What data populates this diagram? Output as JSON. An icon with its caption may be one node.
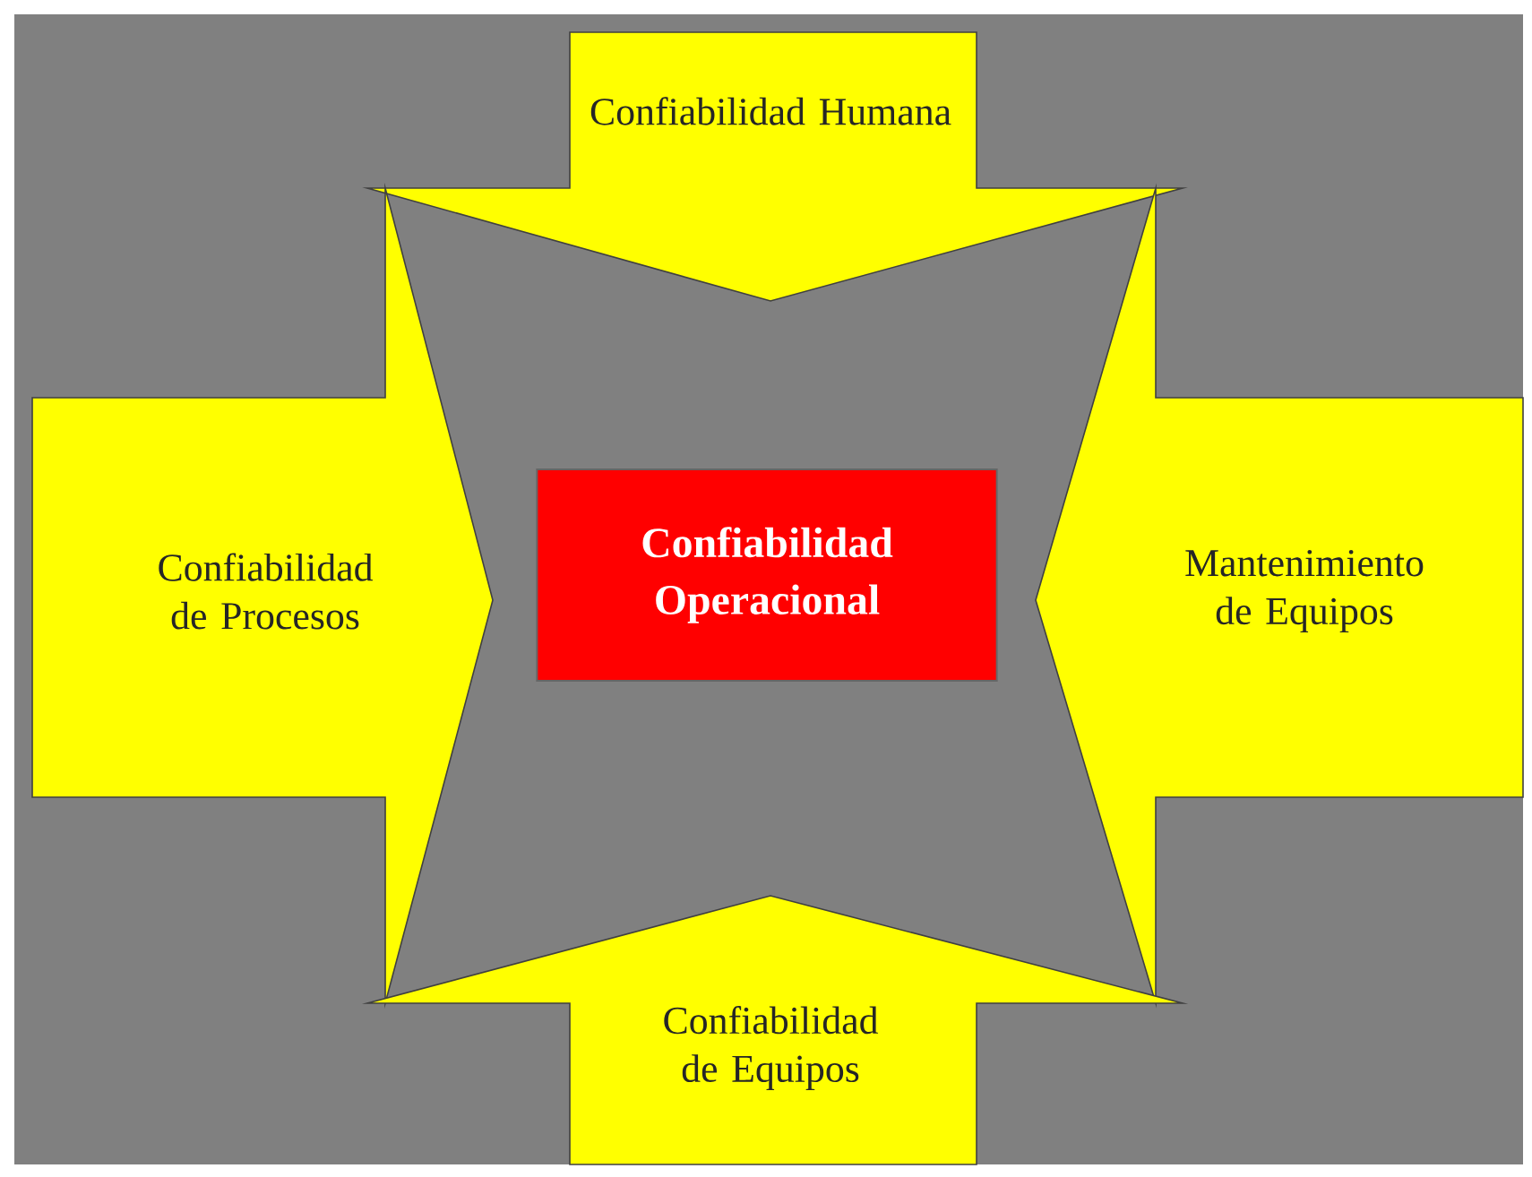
{
  "diagram": {
    "nodes": [
      {
        "text": [
          "Confiabilidad Humana"
        ]
      },
      {
        "text": [
          "Confiabilidad de Procesos"
        ]
      },
      {
        "text": [
          "Confiabilidad Operacional"
        ]
      },
      {
        "text": [
          "Mantenimiento de Equipos"
        ]
      },
      {
        "text": [
          "Confiabilidad de Equipos"
        ]
      }
    ]
  }
}
